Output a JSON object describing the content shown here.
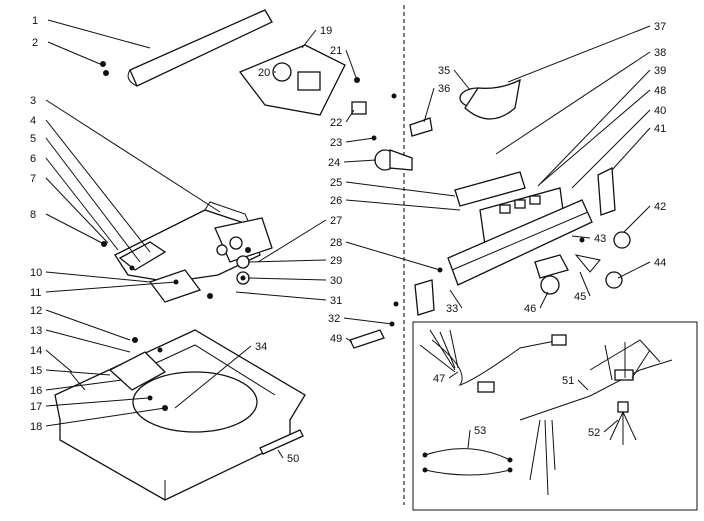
{
  "diagram": {
    "callouts": [
      "1",
      "2",
      "3",
      "4",
      "5",
      "6",
      "7",
      "8",
      "10",
      "11",
      "12",
      "13",
      "14",
      "15",
      "16",
      "17",
      "18",
      "19",
      "20",
      "21",
      "22",
      "23",
      "24",
      "25",
      "26",
      "27",
      "28",
      "29",
      "30",
      "31",
      "32",
      "33",
      "34",
      "35",
      "36",
      "37",
      "38",
      "39",
      "40",
      "41",
      "42",
      "43",
      "44",
      "45",
      "46",
      "47",
      "48",
      "49",
      "50",
      "51",
      "52",
      "53"
    ]
  }
}
